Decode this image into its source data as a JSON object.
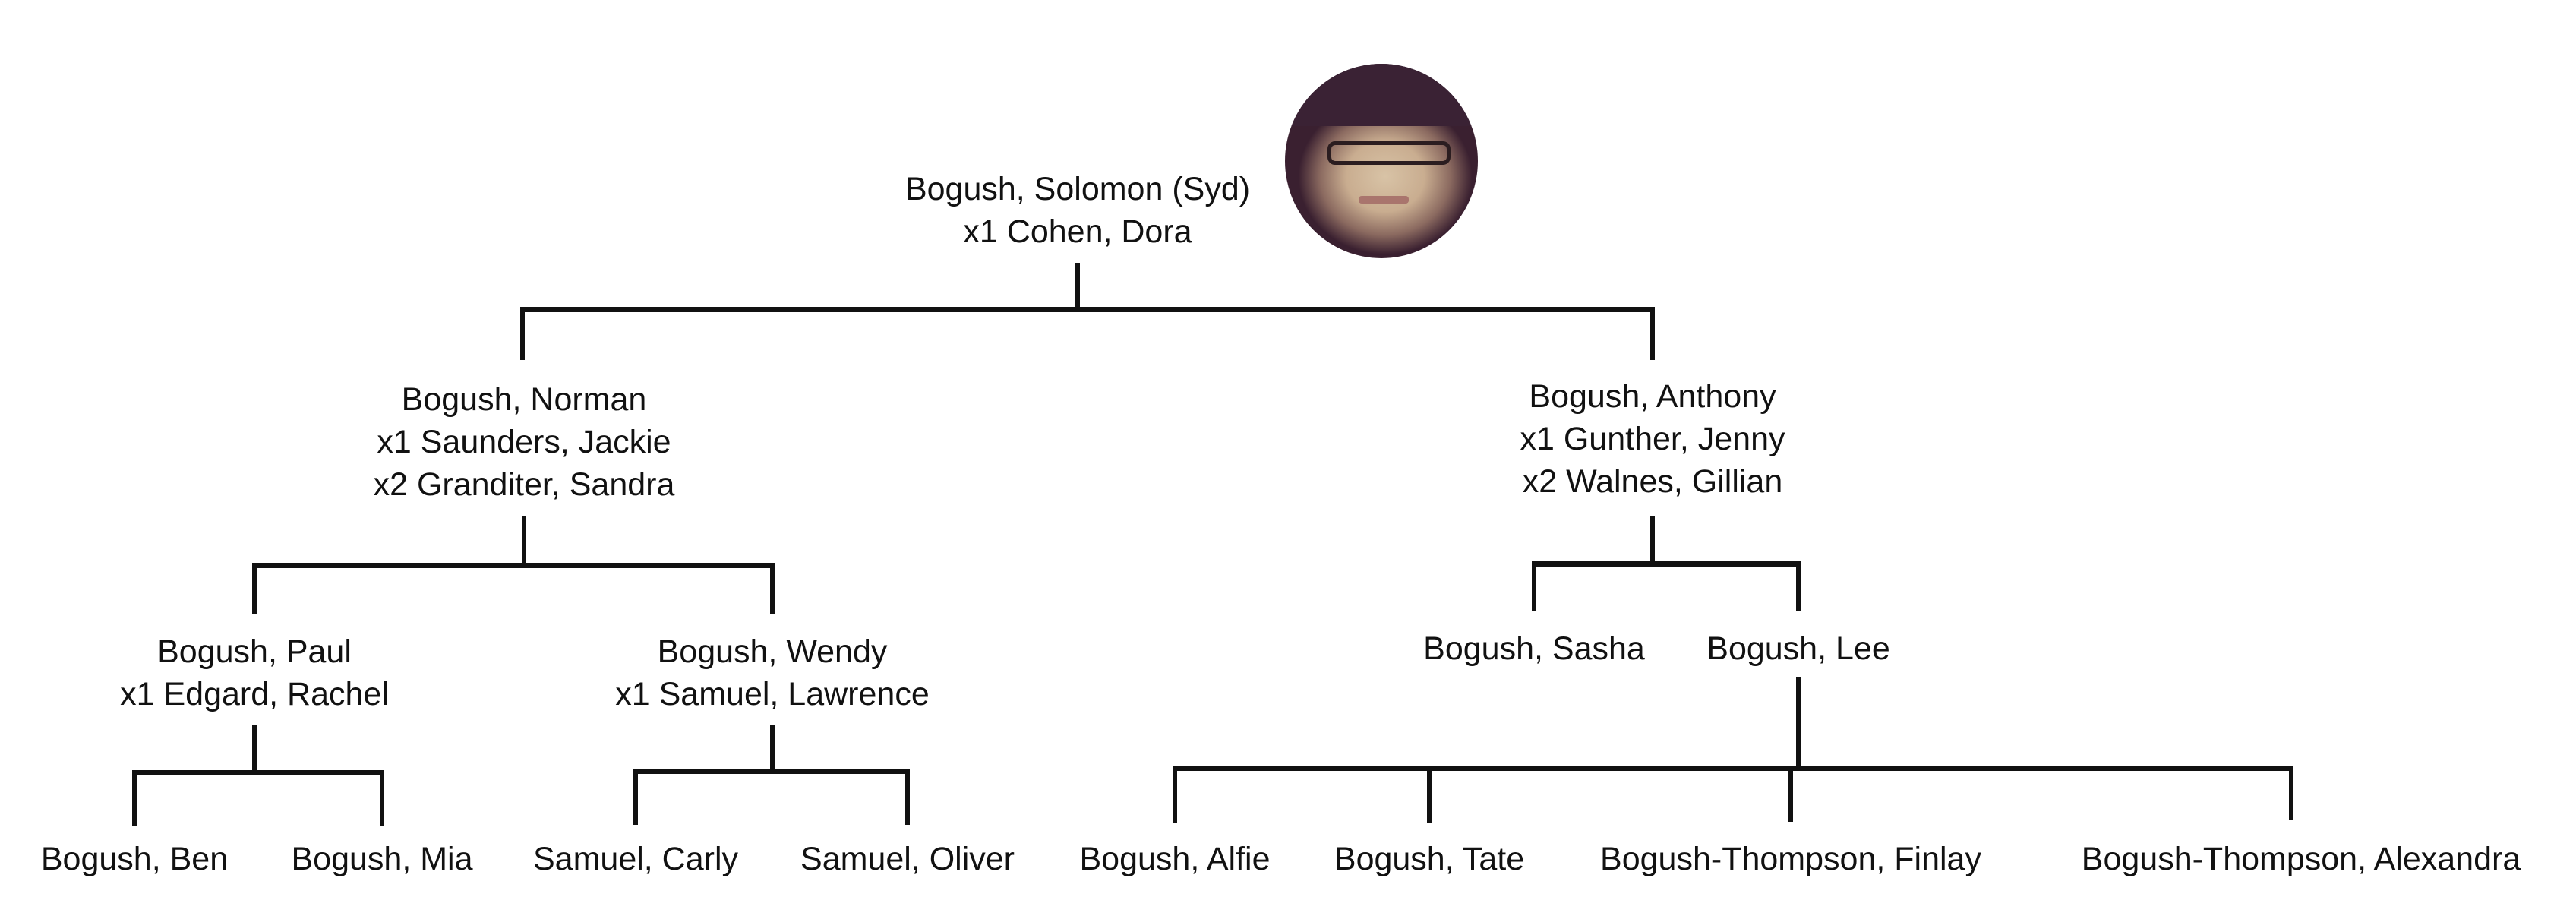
{
  "root": {
    "name": "Bogush, Solomon (Syd)",
    "spouse": "x1 Cohen, Dora",
    "photo": "portrait-photo"
  },
  "gen2": [
    {
      "name": "Bogush, Norman",
      "spouses": [
        "x1 Saunders, Jackie",
        "x2 Granditer, Sandra"
      ]
    },
    {
      "name": "Bogush, Anthony",
      "spouses": [
        "x1 Gunther, Jenny",
        "x2 Walnes, Gillian"
      ]
    }
  ],
  "gen3": [
    {
      "name": "Bogush, Paul",
      "spouse": "x1 Edgard, Rachel"
    },
    {
      "name": "Bogush, Wendy",
      "spouse": "x1 Samuel, Lawrence"
    },
    {
      "name": "Bogush, Sasha"
    },
    {
      "name": "Bogush, Lee"
    }
  ],
  "gen4": [
    "Bogush, Ben",
    "Bogush, Mia",
    "Samuel, Carly",
    "Samuel, Oliver",
    "Bogush, Alfie",
    "Bogush, Tate",
    "Bogush-Thompson, Finlay",
    "Bogush-Thompson, Alexandra"
  ]
}
